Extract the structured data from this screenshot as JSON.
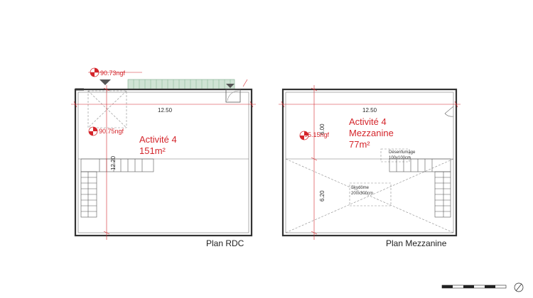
{
  "rdc": {
    "elevation_top": "90.73ngf",
    "elevation_mid": "90.75ngf",
    "width_dim": "12.50",
    "depth_dim": "12.20",
    "space_name": "Activité 4",
    "area": "151m²",
    "caption": "Plan RDC"
  },
  "mezzanine": {
    "elevation": "95.15ngf",
    "width_dim": "12.50",
    "depth_upper": "6.00",
    "depth_lower": "6.20",
    "space_name": "Activité 4",
    "space_sub": "Mezzanine",
    "area": "77m²",
    "smoke_vent_label": "Désenfumage",
    "smoke_vent_size": "100x100cm",
    "skylight_label": "Skydôme",
    "skylight_size": "200x300cm",
    "caption": "Plan Mezzanine"
  },
  "colors": {
    "accent_red": "#d4252b",
    "wall": "#333333",
    "railing": "#7fae8e"
  }
}
